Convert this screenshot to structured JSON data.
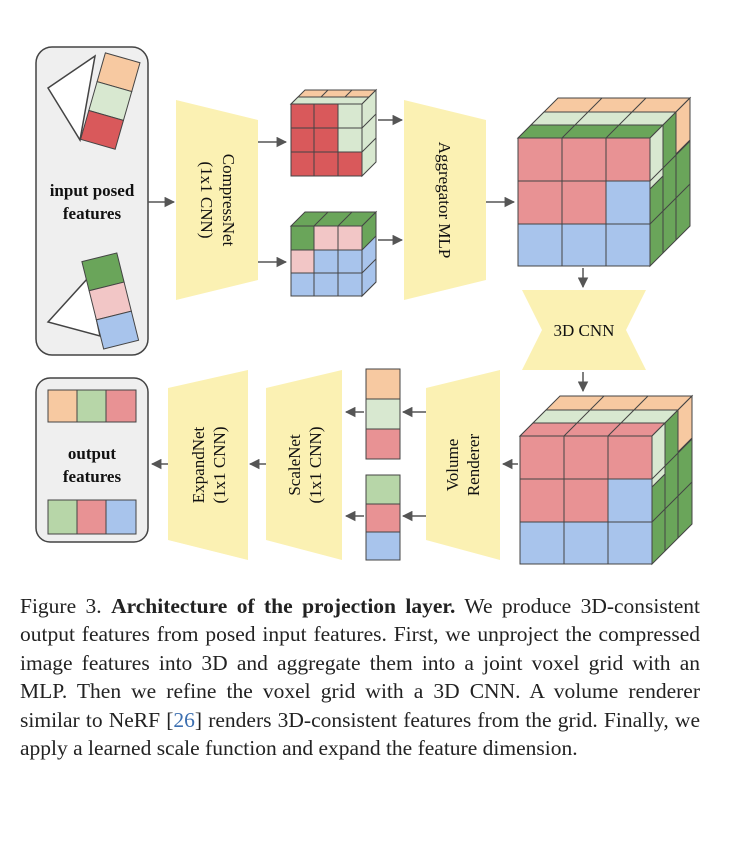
{
  "input_group": {
    "label_line1": "input posed",
    "label_line2": "features"
  },
  "output_group": {
    "label_line1": "output",
    "label_line2": "features"
  },
  "compressnet": {
    "line1": "CompressNet",
    "line2": "(1x1 CNN)"
  },
  "aggregator": {
    "label": "Aggregator MLP"
  },
  "cnn3d": {
    "label": "3D CNN"
  },
  "volume_renderer": {
    "line1": "Volume",
    "line2": "Renderer"
  },
  "scalenet": {
    "line1": "ScaleNet",
    "line2": "(1x1 CNN)"
  },
  "expandnet": {
    "line1": "ExpandNet",
    "line2": "(1x1 CNN)"
  },
  "caption": {
    "prefix": "Figure 3. ",
    "title": "Architecture of the projection layer.",
    "body_part1": " We produce 3D-consistent output features from posed input features. First, we unproject the compressed image features into 3D and aggregate them into a joint voxel grid with an MLP. Then we refine the voxel grid with a 3D CNN. A volume renderer similar to NeRF [",
    "ref": "26",
    "body_part2": "] renders 3D-consistent features from the grid. Finally, we apply a learned scale function and expand the feature dimension."
  },
  "colors": {
    "orange": "#f7c9a1",
    "green_light": "#d8e8d0",
    "green": "#6aa55a",
    "red": "#d9595b",
    "pink": "#f2c6c6",
    "blue": "#a8c4ec",
    "yellow": "#fbf1b3",
    "gray_panel": "#efefef"
  }
}
